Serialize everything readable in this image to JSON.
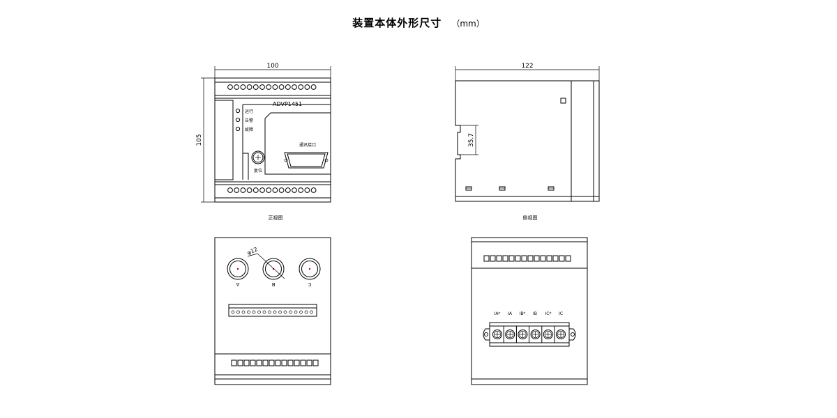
{
  "title": "装置本体外形尺寸",
  "unit": "（mm）",
  "front": {
    "width_dim": "100",
    "height_dim": "105",
    "model": "ADVP1451",
    "led_labels": [
      "运行",
      "告警",
      "故障"
    ],
    "reset_label": "复位",
    "comm_label": "通讯接口",
    "caption": "正视图"
  },
  "side": {
    "width_dim": "122",
    "rail_dim": "35.7",
    "caption": "侧视图"
  },
  "bottom": {
    "hole_dim": "φ12",
    "hole_labels": [
      "A",
      "B",
      "C"
    ]
  },
  "back": {
    "terminal_labels": [
      "IA*",
      "IA",
      "IB*",
      "IB",
      "IC*",
      "IC"
    ]
  }
}
